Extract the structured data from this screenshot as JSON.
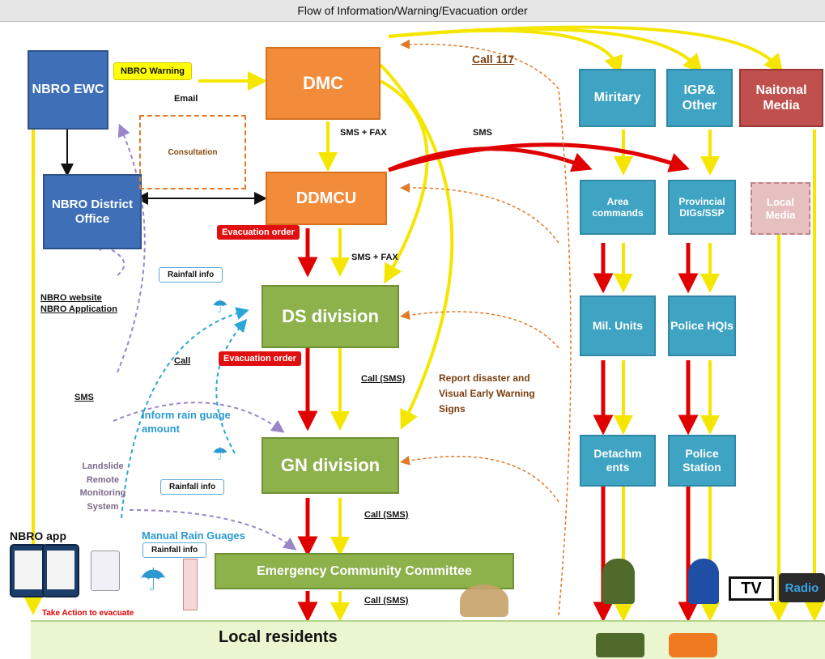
{
  "title": "Flow of Information/Warning/Evacuation order",
  "boxes": {
    "nbro_ewc": "NBRO EWC",
    "dmc": "DMC",
    "nbro_district": "NBRO District Office",
    "ddmcu": "DDMCU",
    "ds_division": "DS division",
    "gn_division": "GN division",
    "ecc": "Emergency Community  Committee",
    "military": "Miritary",
    "igp": "IGP& Other",
    "national_media": "Naitonal Media",
    "area_commands": "Area commands",
    "provincial": "Provincial DIGs/SSP",
    "local_media": "Local Media",
    "mil_units": "Mil. Units",
    "police_hq": "Police HQIs",
    "detachments": "Detachm ents",
    "police_station": "Police Station",
    "local_residents": "Local residents"
  },
  "labels": {
    "nbro_warning": "NBRO Warning",
    "email": "Email",
    "consultation": "Consultation",
    "call117": "Call 117",
    "sms_fax_1": "SMS + FAX",
    "sms_top": "SMS",
    "evac_1": "Evacuation order",
    "sms_fax_2": "SMS + FAX",
    "rainfall_1": "Rainfall info",
    "nbro_website": "NBRO website",
    "nbro_application": "NBRO Application",
    "call": "Call",
    "evac_2": "Evacuation order",
    "call_sms_1": "Call (SMS)",
    "report": "Report disaster and Visual Early Warning Signs",
    "sms_left": "SMS",
    "inform_rain": "Inform rain guage amount",
    "landslide": "Landslide Remote Monitoring System",
    "rainfall_2": "Rainfall info",
    "call_sms_2": "Call (SMS)",
    "nbro_app": "NBRO app",
    "manual_rain": "Manual Rain Guages",
    "rainfall_3": "Rainfall info",
    "call_sms_3": "Call (SMS)",
    "take_action": "Take Action to evacuate",
    "tv": "TV",
    "radio": "Radio"
  },
  "colors": {
    "yellow_arrow": "#f5e600",
    "red_arrow": "#e00000",
    "dashed_orange": "#e07a2a",
    "dashed_purple": "#9a86c8",
    "dashed_cyan": "#2aa6d6"
  }
}
